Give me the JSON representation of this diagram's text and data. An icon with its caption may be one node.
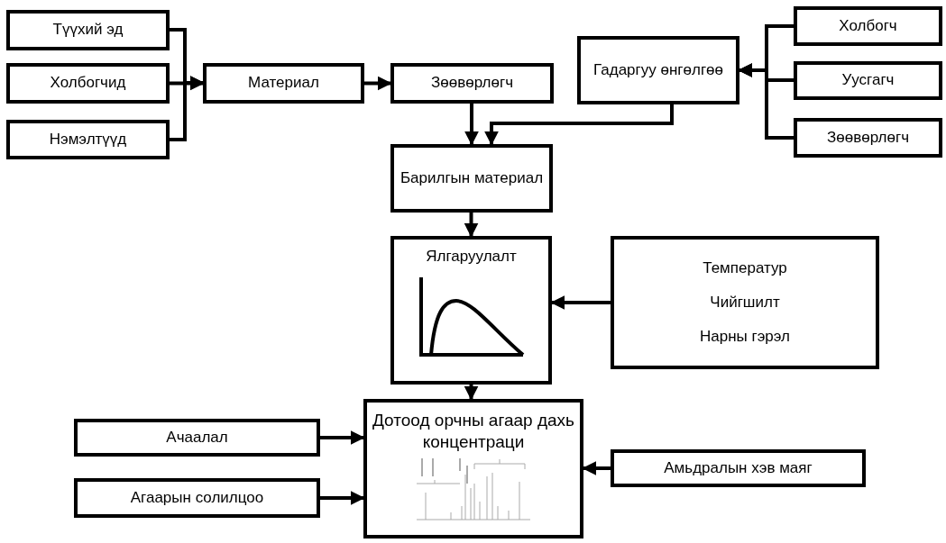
{
  "diagram": {
    "nodes": [
      {
        "text": [
          "Түүхий эд"
        ]
      },
      {
        "text": [
          "Холбогчид"
        ]
      },
      {
        "text": [
          "Нэмэлтүүд"
        ]
      },
      {
        "text": [
          "Материал"
        ]
      },
      {
        "text": [
          "Зөөвөрлөгч"
        ]
      },
      {
        "text": [
          "Гадаргуу өнгөлгөө"
        ]
      },
      {
        "text": [
          "Холбогч"
        ]
      },
      {
        "text": [
          "Уусгагч"
        ]
      },
      {
        "text": [
          "Зөөвөрлөгч"
        ]
      },
      {
        "text": [
          "Барилгын материал"
        ]
      },
      {
        "text": [
          "Ялгаруулалт"
        ]
      },
      {
        "text": [
          "Температур",
          "Чийгшилт",
          "Нарны гэрэл"
        ]
      },
      {
        "text": [
          "Дотоод орчны агаар дахь концентраци"
        ]
      },
      {
        "text": [
          "Ачаалал"
        ]
      },
      {
        "text": [
          "Агаарын солилцоо"
        ]
      },
      {
        "text": [
          "Амьдралын хэв маяг"
        ]
      }
    ],
    "edges": [
      {
        "from": 0,
        "to": 3,
        "arrow": "to"
      },
      {
        "from": 1,
        "to": 3,
        "arrow": "to"
      },
      {
        "from": 2,
        "to": 3,
        "arrow": "to"
      },
      {
        "from": 3,
        "to": 4,
        "arrow": "to"
      },
      {
        "from": 4,
        "to": 9,
        "arrow": "to"
      },
      {
        "from": 5,
        "to": 9,
        "arrow": "to"
      },
      {
        "from": 6,
        "to": 5,
        "arrow": "to"
      },
      {
        "from": 7,
        "to": 5,
        "arrow": "to"
      },
      {
        "from": 8,
        "to": 5,
        "arrow": "to"
      },
      {
        "from": 9,
        "to": 10,
        "arrow": "to"
      },
      {
        "from": 11,
        "to": 10,
        "arrow": "to"
      },
      {
        "from": 10,
        "to": 12,
        "arrow": "to"
      },
      {
        "from": 13,
        "to": 12,
        "arrow": "to"
      },
      {
        "from": 14,
        "to": 12,
        "arrow": "to"
      },
      {
        "from": 15,
        "to": 12,
        "arrow": "to"
      }
    ]
  }
}
